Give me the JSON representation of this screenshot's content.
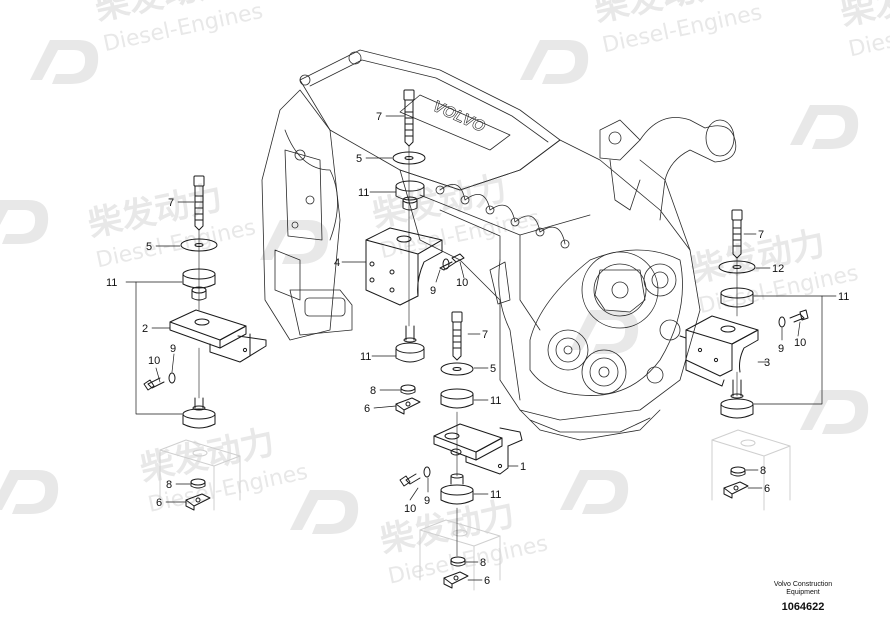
{
  "watermark": {
    "brand_cn": "柴发动力",
    "brand_en": "Diesel-Engines",
    "color": "#e6e6e6"
  },
  "engine_logo": "VOLVO",
  "callouts": {
    "c7_a": "7",
    "c5_a": "5",
    "c11_a": "11",
    "c4": "4",
    "c9_a": "9",
    "c10_a": "10",
    "c11_b": "11",
    "c8_a": "8",
    "c6_a": "6",
    "c7_b": "7",
    "c5_b": "5",
    "c11_c": "11",
    "c2": "2",
    "c10_b": "10",
    "c9_b": "9",
    "c8_b": "8",
    "c6_b": "6",
    "c7_c": "7",
    "c5_c": "5",
    "c11_d": "11",
    "c1": "1",
    "c10_c": "10",
    "c9_c": "9",
    "c11_e": "11",
    "c8_c": "8",
    "c6_c": "6",
    "c7_d": "7",
    "c12": "12",
    "c11_f": "11",
    "c9_d": "9",
    "c10_d": "10",
    "c3": "3",
    "c8_d": "8",
    "c6_d": "6"
  },
  "footer": {
    "brand": "Volvo Construction Equipment",
    "drawing_number": "1064622"
  },
  "colors": {
    "line": "#1a1a1a",
    "paper": "#ffffff"
  }
}
